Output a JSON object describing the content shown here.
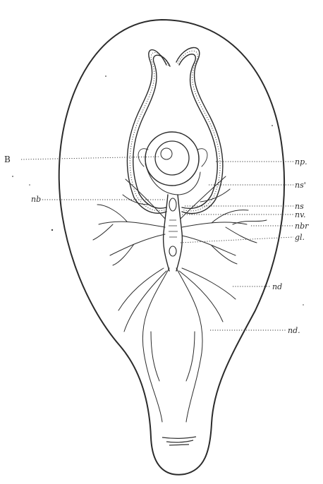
{
  "figure": {
    "labels": {
      "B": "B",
      "np": "np.",
      "ns_prime": "ns'",
      "ns": "ns",
      "nb": "nb",
      "nv": "nv.",
      "nbr": "nbr",
      "gl": "gl.",
      "nd_upper": "nd",
      "nd_lower": "nd."
    }
  }
}
